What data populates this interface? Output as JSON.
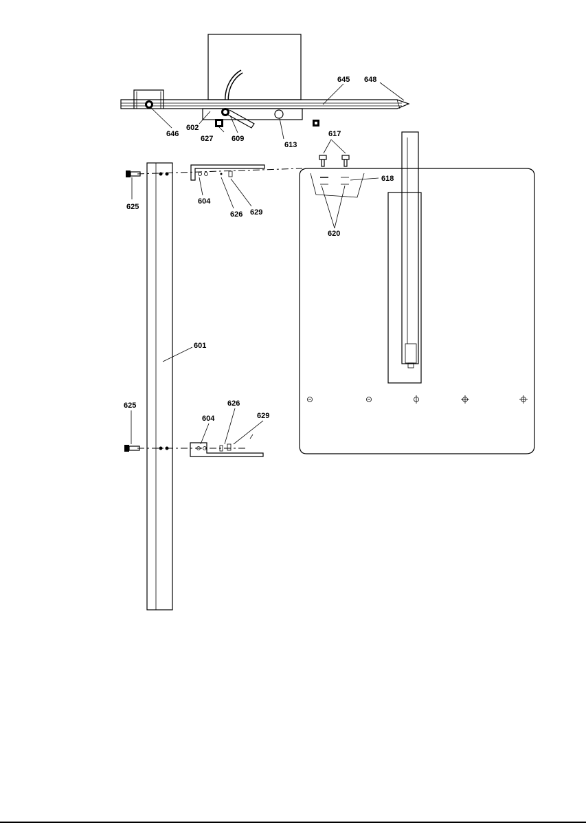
{
  "diagram": {
    "labels": {
      "l645": "645",
      "l648": "648",
      "l646": "646",
      "l602": "602",
      "l627": "627",
      "l609": "609",
      "l613": "613",
      "l617": "617",
      "l618": "618",
      "l620": "620",
      "l625_top": "625",
      "l604_top": "604",
      "l626_top": "626",
      "l629_top": "629",
      "l601": "601",
      "l625_bottom": "625",
      "l604_bottom": "604",
      "l626_bottom": "626",
      "l629_bottom": "629"
    }
  }
}
